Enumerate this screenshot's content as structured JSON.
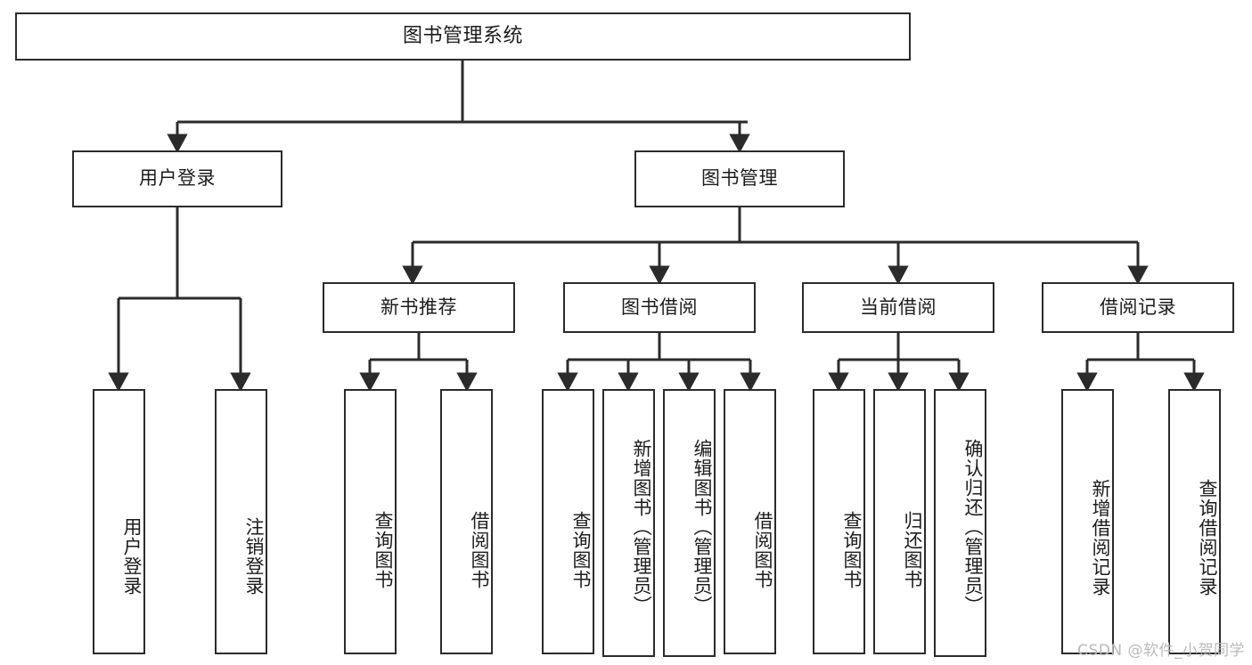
{
  "diagram": {
    "title": "图书管理系统",
    "type": "tree-hierarchy-chart",
    "watermark": "CSDN @软件_小贺同学",
    "colors": {
      "border": "#2b2b2b",
      "text": "#1c1c1c",
      "background": "#ffffff",
      "watermark": "#b9b9b9"
    },
    "root": {
      "label": "图书管理系统"
    },
    "level2": [
      {
        "label": "用户登录"
      },
      {
        "label": "图书管理"
      }
    ],
    "level3": [
      {
        "label": "新书推荐"
      },
      {
        "label": "图书借阅"
      },
      {
        "label": "当前借阅"
      },
      {
        "label": "借阅记录"
      }
    ],
    "leaves": {
      "user_login": [
        {
          "label": "用户登录"
        },
        {
          "label": "注销登录"
        }
      ],
      "new_book": [
        {
          "label": "查询图书"
        },
        {
          "label": "借阅图书"
        }
      ],
      "book_borrow": [
        {
          "label": "查询图书"
        },
        {
          "label": "新增图书（管理员）"
        },
        {
          "label": "编辑图书（管理员）"
        },
        {
          "label": "借阅图书"
        }
      ],
      "current_borrow": [
        {
          "label": "查询图书"
        },
        {
          "label": "归还图书"
        },
        {
          "label": "确认归还（管理员）"
        }
      ],
      "borrow_record": [
        {
          "label": "新增借阅记录"
        },
        {
          "label": "查询借阅记录"
        }
      ]
    }
  }
}
